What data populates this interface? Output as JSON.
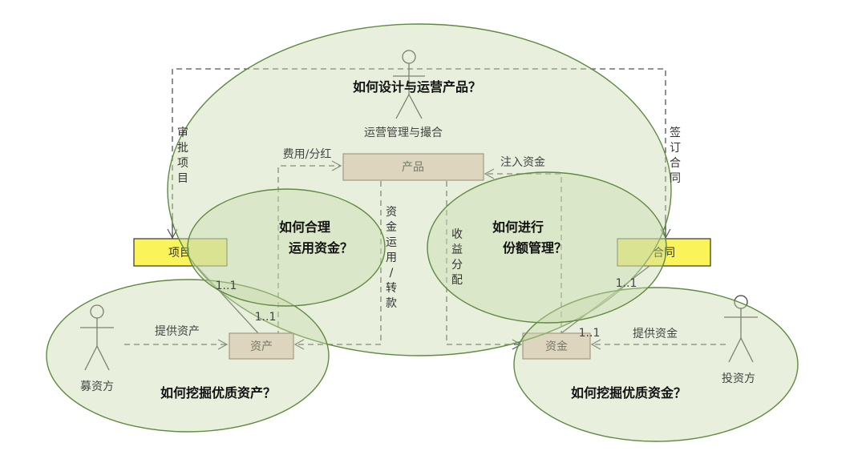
{
  "colors": {
    "ellipse_fill": "#c8dcae",
    "ellipse_stroke": "#5f8a3f",
    "box_pink": "#ecd1c8",
    "box_yellow": "#fbf35a",
    "line": "#555555"
  },
  "questions": {
    "design": "如何设计与运营产品？",
    "use_funds": [
      "如何合理",
      "运用资金？"
    ],
    "share": [
      "如何进行",
      "份额管理？"
    ],
    "asset": "如何挖掘优质资产？",
    "capital": "如何挖掘优质资金？"
  },
  "actors": {
    "ops": "运营管理与撮合",
    "raiser": "募资方",
    "investor": "投资方"
  },
  "boxes": {
    "product": "产品",
    "project": "项目",
    "contract": "合同",
    "asset": "资产",
    "capital": "资金"
  },
  "edges": {
    "fee": "费用/分红",
    "inject": "注入资金",
    "approve": [
      "审",
      "批",
      "项",
      "目"
    ],
    "sign": [
      "签",
      "订",
      "合",
      "同"
    ],
    "use": [
      "资",
      "金",
      "运",
      "用",
      "/",
      "转",
      "款"
    ],
    "income": [
      "收",
      "益",
      "分",
      "配"
    ],
    "provide_asset": "提供资产",
    "provide_capital": "提供资金",
    "mult_project_asset_a": "1..1",
    "mult_project_asset_b": "1..1",
    "mult_contract_capital_a": "1..1",
    "mult_contract_capital_b": "1..1"
  }
}
